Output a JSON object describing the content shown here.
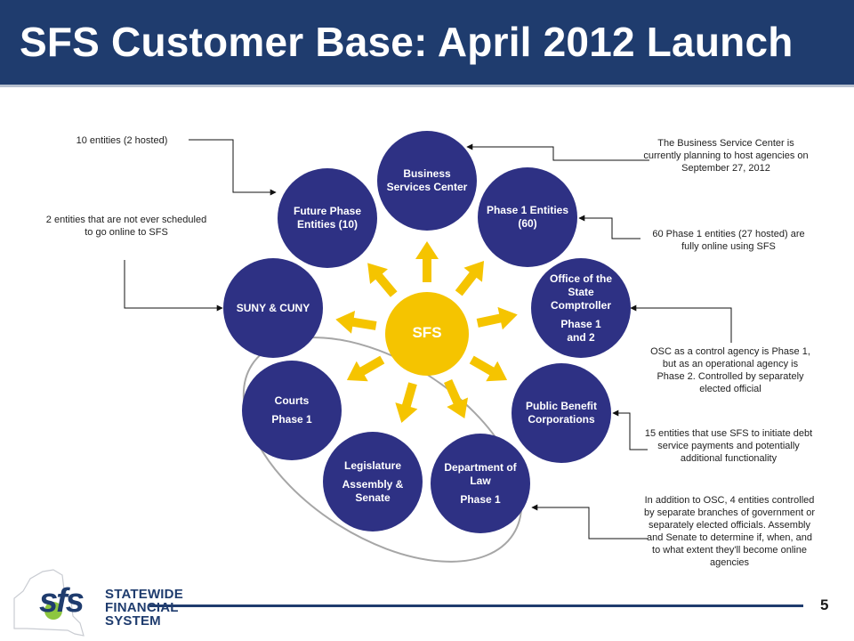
{
  "header": {
    "title": "SFS Customer Base: April 2012 Launch"
  },
  "center": {
    "label": "SFS"
  },
  "nodes": {
    "bsc": {
      "line1": "Business Services Center"
    },
    "phase1": {
      "line1": "Phase 1 Entities (60)"
    },
    "osc": {
      "line1": "Office of the State Comptroller",
      "line2": "Phase 1 and 2"
    },
    "pbc": {
      "line1": "Public Benefit Corporations"
    },
    "law": {
      "line1": "Department of Law",
      "line2": "Phase 1"
    },
    "legislature": {
      "line1": "Legislature",
      "line2": "Assembly & Senate"
    },
    "courts": {
      "line1": "Courts",
      "line2": "Phase 1"
    },
    "suny": {
      "line1": "SUNY & CUNY"
    },
    "future": {
      "line1": "Future Phase Entities (10)"
    }
  },
  "notes": {
    "future": "10 entities (2 hosted)",
    "suny": "2 entities that are not ever scheduled to go online to SFS",
    "bsc": "The Business Service Center is currently planning to host agencies on September 27, 2012",
    "phase1": "60 Phase 1 entities (27 hosted) are fully online using SFS",
    "osc": "OSC as a control agency is Phase 1, but as an operational agency is Phase 2. Controlled by separately elected official",
    "pbc": "15 entities that use SFS to initiate debt service payments and potentially additional functionality",
    "law": "In addition to OSC, 4 entities controlled by separate branches of government or separately elected officials. Assembly and Senate to determine if, when, and to what extent they'll become online agencies"
  },
  "footer": {
    "page_number": "5",
    "logo_word": "sfs",
    "logo_text": [
      "STATEWIDE",
      "FINANCIAL",
      "SYSTEM"
    ]
  },
  "colors": {
    "navy": "#1f3c6e",
    "node": "#2e3184",
    "center": "#f5c400",
    "arrow": "#f5c400",
    "ellipse": "#a6a6a6"
  }
}
